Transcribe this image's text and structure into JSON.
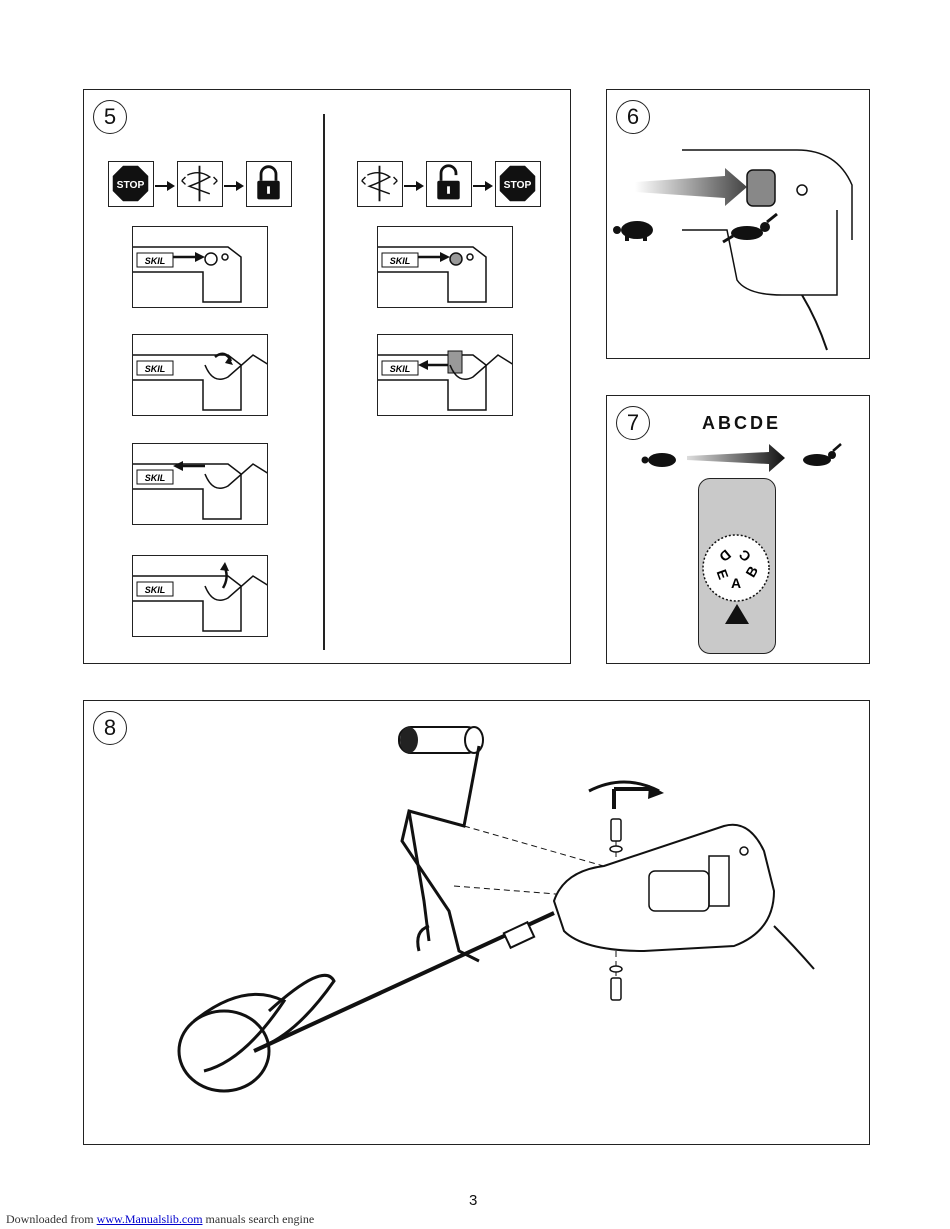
{
  "panels": {
    "p5": {
      "number": "5"
    },
    "p6": {
      "number": "6"
    },
    "p7": {
      "number": "7",
      "speed_letters": "ABCDE",
      "dial_letters": [
        "A",
        "B",
        "C",
        "D",
        "E"
      ]
    },
    "p8": {
      "number": "8"
    }
  },
  "icons": {
    "stop_label": "STOP",
    "brand_label": "SKIL"
  },
  "page_number": "3",
  "footer": {
    "prefix": "Downloaded from ",
    "link_text": "www.Manualslib.com",
    "suffix": "  manuals search engine"
  }
}
